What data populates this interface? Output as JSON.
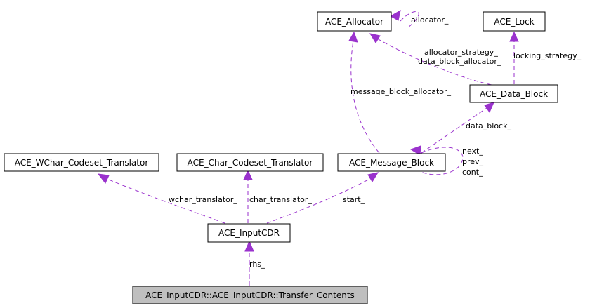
{
  "nodes": {
    "allocator": "ACE_Allocator",
    "lock": "ACE_Lock",
    "data_block": "ACE_Data_Block",
    "wchar": "ACE_WChar_Codeset_Translator",
    "char": "ACE_Char_Codeset_Translator",
    "message_block": "ACE_Message_Block",
    "input_cdr": "ACE_InputCDR",
    "transfer": "ACE_InputCDR::ACE_InputCDR::Transfer_Contents"
  },
  "edges": {
    "allocator_self": "allocator_",
    "allocator_strategy": "allocator_strategy_",
    "data_block_allocator": "data_block_allocator_",
    "locking_strategy": "locking_strategy_",
    "message_block_allocator": "message_block_allocator_",
    "data_block": "data_block_",
    "next": "next_",
    "prev": "prev_",
    "cont": "cont_",
    "wchar_translator": "wchar_translator_",
    "char_translator": "char_translator_",
    "start": "start_",
    "rhs": "rhs_"
  },
  "colors": {
    "edge": "#9a32cd",
    "current_node_fill": "#bfbfbf"
  }
}
